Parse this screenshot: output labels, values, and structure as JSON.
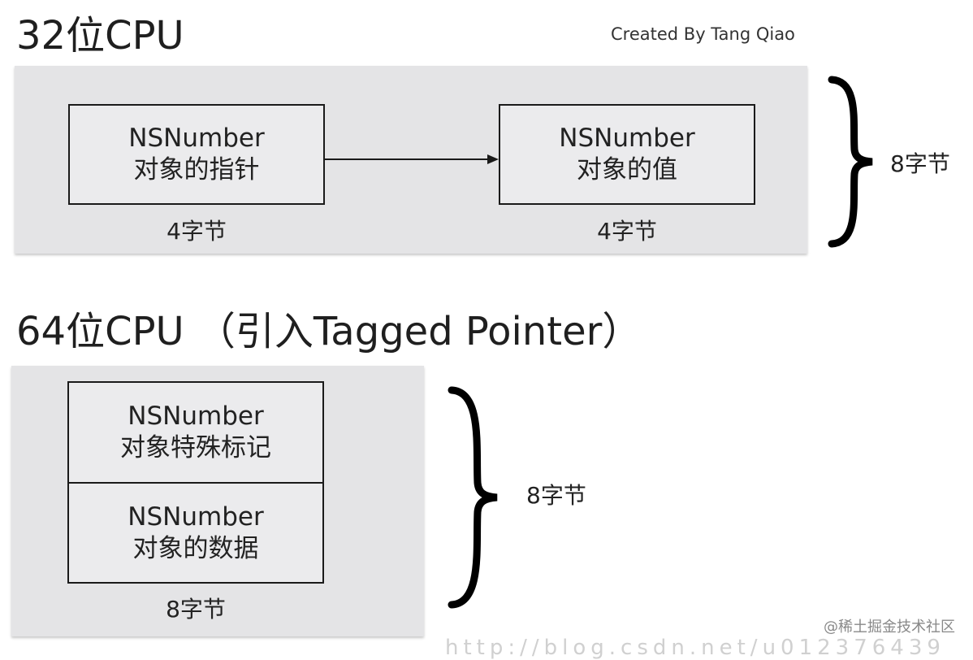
{
  "section_32": {
    "title": "32位CPU",
    "credit": "Created By Tang Qiao",
    "pointer_box": {
      "line1": "NSNumber",
      "line2": "对象的指针"
    },
    "value_box": {
      "line1": "NSNumber",
      "line2": "对象的值"
    },
    "pointer_size": "4字节",
    "value_size": "4字节",
    "total_size": "8字节"
  },
  "section_64": {
    "title": "64位CPU （引入Tagged Pointer）",
    "tag_box": {
      "line1": "NSNumber",
      "line2": "对象特殊标记"
    },
    "data_box": {
      "line1": "NSNumber",
      "line2": "对象的数据"
    },
    "inner_size": "8字节",
    "total_size": "8字节"
  },
  "watermark": "@稀土掘金技术社区",
  "url_watermark": "http://blog.csdn.net/u012376439"
}
